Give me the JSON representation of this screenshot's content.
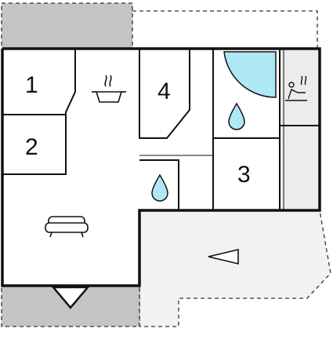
{
  "floorplan": {
    "rooms": [
      {
        "label": "1"
      },
      {
        "label": "2"
      },
      {
        "label": "3"
      },
      {
        "label": "4"
      }
    ],
    "icons": {
      "kitchen": "cooking-pot-icon",
      "living": "armchair-icon",
      "bathroom_upper": "water-drop-icon",
      "bathroom_lower": "water-drop-icon",
      "sauna": "sauna-icon",
      "bath": "bathtub-icon",
      "entrance": "entrance-arrow-icon"
    },
    "colors": {
      "wall": "#111111",
      "terrace": "#c4c4c4",
      "water": "#aee8f4",
      "outline": "#222222",
      "background": "#ffffff"
    }
  }
}
